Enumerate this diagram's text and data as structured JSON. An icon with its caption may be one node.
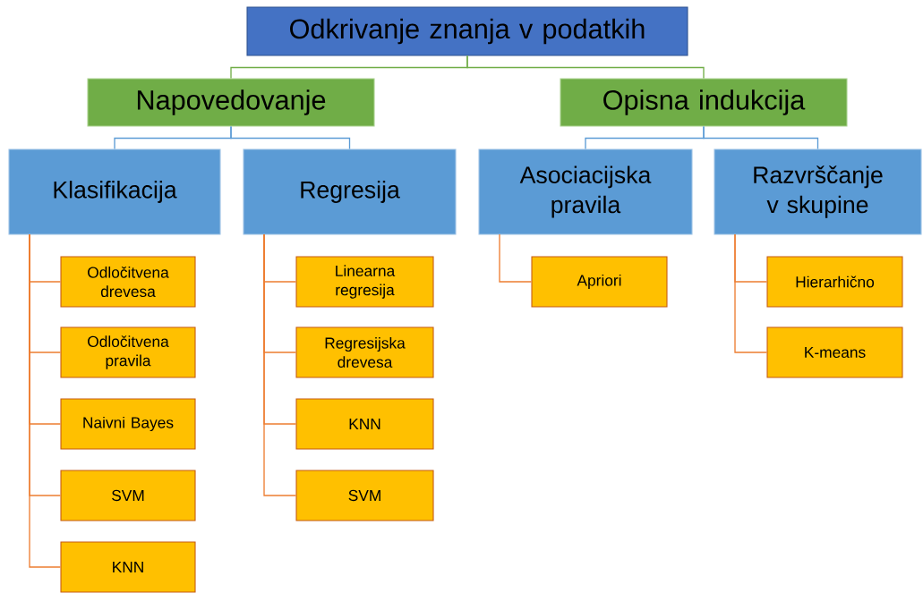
{
  "diagram": {
    "nodes": [
      {
        "text": [
          "Odkrivanje znanja v podatkih"
        ]
      },
      {
        "text": [
          "Napovedovanje"
        ]
      },
      {
        "text": [
          "Opisna indukcija"
        ]
      },
      {
        "text": [
          "Klasifikacija"
        ]
      },
      {
        "text": [
          "Regresija"
        ]
      },
      {
        "text": [
          "Asociacijska pravila"
        ]
      },
      {
        "text": [
          "Razvrščanje v skupine"
        ]
      },
      {
        "text": [
          "Odločitvena drevesa"
        ]
      },
      {
        "text": [
          "Odločitvena pravila"
        ]
      },
      {
        "text": [
          "Naivni Bayes"
        ]
      },
      {
        "text": [
          "SVM"
        ]
      },
      {
        "text": [
          "KNN"
        ]
      },
      {
        "text": [
          "Linearna regresija"
        ]
      },
      {
        "text": [
          "Regresijska drevesa"
        ]
      },
      {
        "text": [
          "KNN"
        ]
      },
      {
        "text": [
          "SVM"
        ]
      },
      {
        "text": [
          "Apriori"
        ]
      },
      {
        "text": [
          "Hierarhično"
        ]
      },
      {
        "text": [
          "K-means"
        ]
      }
    ],
    "edges": [
      {
        "from": 0,
        "to": 1,
        "arrow": "none",
        "color": "#70ad47"
      },
      {
        "from": 0,
        "to": 2,
        "arrow": "none",
        "color": "#70ad47"
      },
      {
        "from": 1,
        "to": 3,
        "arrow": "none",
        "color": "#5b9bd5"
      },
      {
        "from": 1,
        "to": 4,
        "arrow": "none",
        "color": "#5b9bd5"
      },
      {
        "from": 2,
        "to": 5,
        "arrow": "none",
        "color": "#5b9bd5"
      },
      {
        "from": 2,
        "to": 6,
        "arrow": "none",
        "color": "#5b9bd5"
      },
      {
        "from": 3,
        "to": 7,
        "arrow": "none"
      },
      {
        "from": 3,
        "to": 8,
        "arrow": "none"
      },
      {
        "from": 3,
        "to": 9,
        "arrow": "none"
      },
      {
        "from": 3,
        "to": 10,
        "arrow": "none"
      },
      {
        "from": 3,
        "to": 11,
        "arrow": "none"
      },
      {
        "from": 4,
        "to": 12,
        "arrow": "none"
      },
      {
        "from": 4,
        "to": 13,
        "arrow": "none"
      },
      {
        "from": 4,
        "to": 14,
        "arrow": "none"
      },
      {
        "from": 4,
        "to": 15,
        "arrow": "none"
      },
      {
        "from": 5,
        "to": 16,
        "arrow": "none"
      },
      {
        "from": 6,
        "to": 17,
        "arrow": "none"
      },
      {
        "from": 6,
        "to": 18,
        "arrow": "none"
      }
    ]
  }
}
